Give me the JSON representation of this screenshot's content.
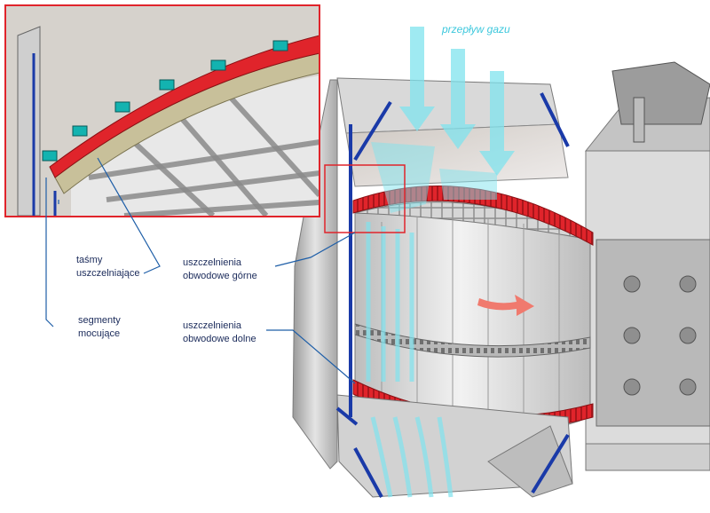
{
  "colors": {
    "leader_line": "#1f5fa8",
    "seal_red": "#e0242b",
    "gas_flow": "#7fe3ee",
    "gas_label": "#3ec8dd",
    "rotation_arrow": "#f07a6e",
    "frame_blue": "#1a3aa8",
    "inset_border": "#e0242b",
    "steel": "#c9c9c9",
    "mounting_segment": "#13b3b0"
  },
  "labels": {
    "gas_flow": "przepływ gazu",
    "sealing_strips": [
      "taśmy",
      "uszczelniające"
    ],
    "upper_seals": [
      "uszczelnienia",
      "obwodowe górne"
    ],
    "mounting_segments": [
      "segmenty",
      "mocujące"
    ],
    "lower_seals": [
      "uszczelnienia",
      "obwodowe dolne"
    ]
  },
  "icons": {
    "gas_flow": "downward-arrows",
    "rotation": "curved-arrow-right"
  }
}
